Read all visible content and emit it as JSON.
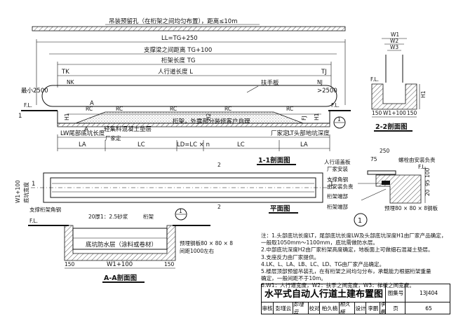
{
  "labels": {
    "hanger_holes": "吊装预留孔（在桁架之间均匀布置），距离≤10m",
    "ll_dim": "LL=TG+250",
    "support_span": "支撑梁之间距离 TG+100",
    "truss_length": "桁架长度 TG",
    "walkway_length": "人行道长度 L",
    "tk": "TK",
    "tj": "TJ",
    "nk": "NK",
    "nj": "NJ",
    "min_2500_left": "最小2500",
    "min_2500_right": ">2500",
    "handrail": "扶手板",
    "fl": "F.L.",
    "rc": "RC",
    "h1": "H1",
    "h2": "H2",
    "a": "A",
    "fj": "FJ",
    "one": "1",
    "two": "2",
    "truss_cladding_note": "桁架，外露部分装修客户自理",
    "lw_label": "LW尾部底坑长度",
    "lightweight_concrete": "轻集料混凝土垫层",
    "factory_determined": "厂家定",
    "lt_label": "LT头部地坑深度",
    "la": "LA",
    "lc": "LC",
    "ld": "LD=LC × n",
    "section_11": "1-1剖面图",
    "plan_view": "平面图",
    "w1_100": "W1+100",
    "pit_width": "底坑宽度",
    "w1": "W1",
    "w2": "W2",
    "w3": "W3",
    "section_22": "2-2剖面图",
    "dim_150_a": "150",
    "dim_150_b": "150",
    "dim_250": "250",
    "dim_75": "75",
    "dim_20": "20",
    "dim_95": "95",
    "dim_100": "100",
    "walkway_cover": "人行道盖板",
    "factory_install": "厂家安装",
    "support_angle": "支撑角钢",
    "supplier_load": "由安装负责",
    "truss_end": "桁架端部",
    "bolt_install": "螺栓由安装负责",
    "truss_end_2": "桁架端部",
    "embedded_plate": "预埋80 × 80 × 8钢板",
    "truss_support_angle": "支撑桁架角钢",
    "mortar": "20厚1：2.5砂浆",
    "truss": "桁架",
    "waterproof": "底坑防水层（涂料或卷材）",
    "embedded_plate_aa": "预埋钢板80 × 80 × 8",
    "spacing_1000": "间距1000左右",
    "section_aa": "A-A剖面图",
    "detail_1": "1",
    "detail_minus": "−"
  },
  "notes": [
    "注：1.头部底坑长度LT，尾部底坑长度LW及头部底坑深度H1由厂家产品确定，",
    "      一般取1050mm～1100mm，底坑需做防水层。",
    "   2.中部底坑深度H2由厂家桁架高度确定，地板面上可做细石混凝土垫层。",
    "   3.支座反力由厂家提供。",
    "   4.LK、L、LA、LB、LC、LD、TG由厂家产品确定。",
    "   5.楼层顶部预留吊装孔，在有桁架之间均匀分布，承载能力根据桁架重量",
    "      确定，一般间距不于10m。",
    "   6.W1：人行道宽度，W2：扶手之间宽度，W3：梯板之间宽度。"
  ],
  "title_block": {
    "title": "水平式自动人行道土建布置图",
    "atlas_label": "图集号",
    "atlas_no": "13J404",
    "page_label": "页",
    "page_no": "65",
    "review_label": "审核",
    "reviewer": "彭瑾云",
    "reviewer_sig": "彭瑾云",
    "check_label": "校对",
    "checker": "柏久楠",
    "checker_sig": "柏久楠",
    "design_label": "设计",
    "designer": "李鹏",
    "designer_sig": "李鹏"
  }
}
